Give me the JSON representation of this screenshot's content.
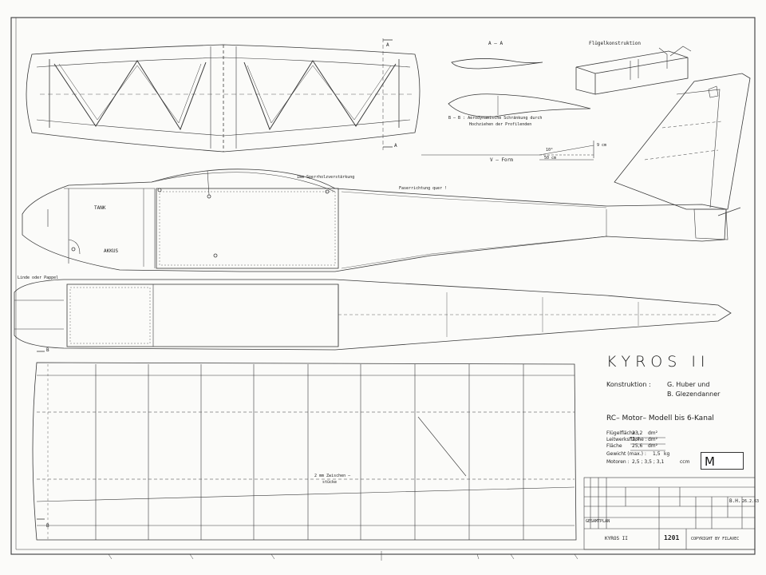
{
  "drawing": {
    "section_label": "A – A",
    "section_b_label": "B – B : Aerodynamische Schränkung durch",
    "section_b_label2": "Hochziehen der Profilenden",
    "wing_construction": "Flügelkonstruktion",
    "v_form": "V – Form",
    "dim_10": "10°",
    "dim_9cm": "9 cm",
    "dim_50cm": "50 cm",
    "plywood": "1mm Sperrholzverstärkung",
    "grain": "Faserrichtung quer !",
    "tank": "TANK",
    "akkus": "AKKUS",
    "linde": "Linde oder Pappel",
    "zwischen1": "2 mm Zwischen –",
    "zwischen2": "stücke",
    "mark_a_top": "A",
    "mark_a_bot": "A",
    "mark_b_top": "B",
    "mark_b_bot": "B"
  },
  "title_block": {
    "title": "KYROS II",
    "konstruktion_label": "Konstruktion :",
    "designer1": "G. Huber  und",
    "designer2": "B. Glezendanner",
    "subtitle": "RC– Motor– Modell  bis  6-Kanal",
    "specs": [
      {
        "label": "Flügelfläche :",
        "value": "23,2",
        "unit": "dm²"
      },
      {
        "label": "Leitwerksfläche :",
        "value": "2,4",
        "unit": "dm²"
      },
      {
        "label": "Fläche",
        "value": "25,6",
        "unit": "dm²"
      },
      {
        "label": "Gewicht (max.) :",
        "value": "1,5",
        "unit": "kg"
      },
      {
        "label": "Motoren :",
        "value": "2,5 ; 3,5 ; 3,1",
        "unit": "ccm"
      }
    ],
    "category_mark": "M",
    "drawing_name": "GESAMTPLAN",
    "plan_name": "KYROS II",
    "plan_number": "1201",
    "copyright": "COPYRIGHT BY FILAVEC",
    "initials": "B.H.",
    "date": "26.2.63"
  }
}
